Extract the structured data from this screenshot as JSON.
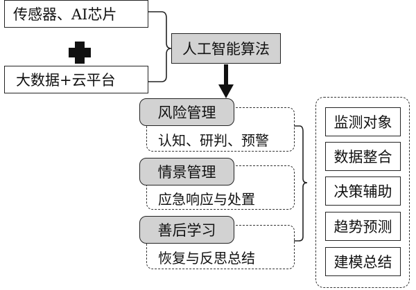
{
  "inputs": {
    "top": "传感器、AI芯片",
    "plus": "+",
    "bottom": "大数据+云平台"
  },
  "core": "人工智能算法",
  "stages": [
    {
      "title": "风险管理",
      "detail": "认知、研判、预警"
    },
    {
      "title": "情景管理",
      "detail": "应急响应与处置"
    },
    {
      "title": "善后学习",
      "detail": "恢复与反思总结"
    }
  ],
  "functions": [
    "监测对象",
    "数据整合",
    "决策辅助",
    "趋势预测",
    "建模总结"
  ]
}
